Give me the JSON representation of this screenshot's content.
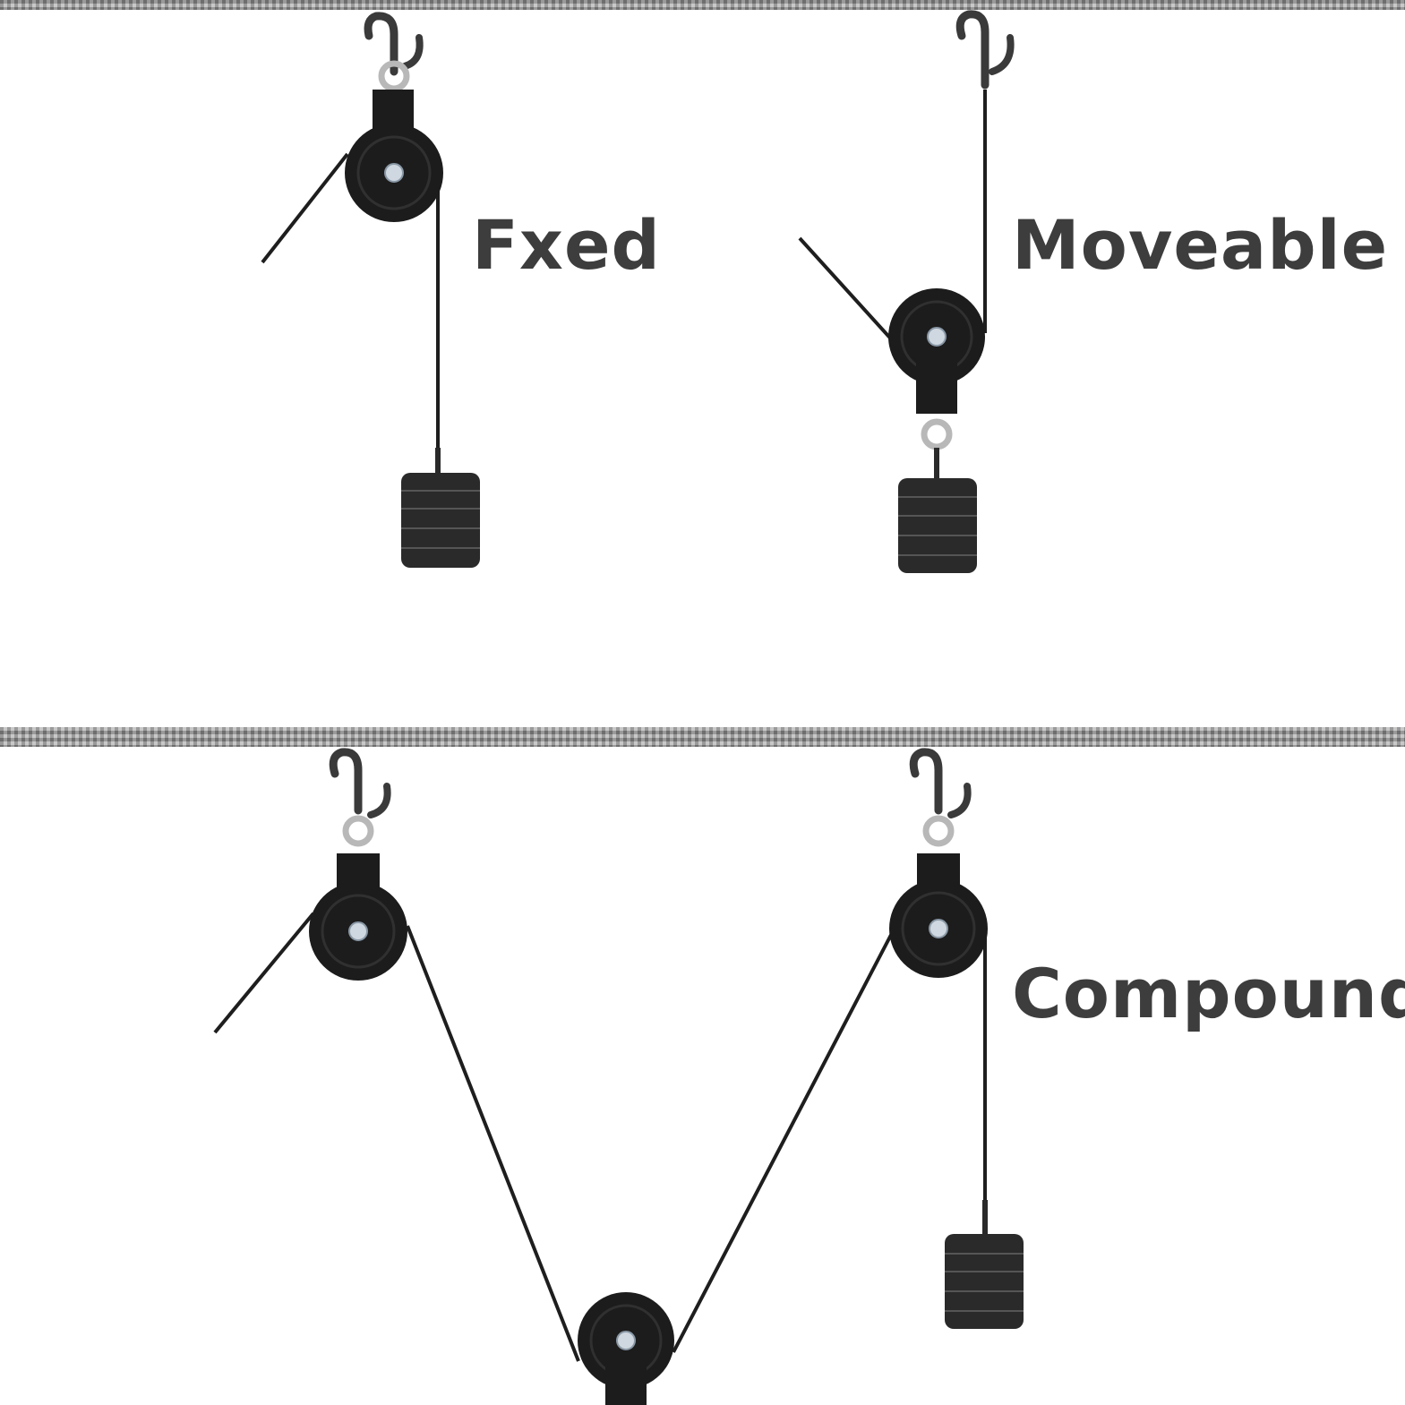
{
  "labels": {
    "fixed": "Fxed",
    "moveable": "Moveable",
    "compound": "Compound"
  },
  "colors": {
    "ceiling": "#8a8a8a",
    "pulley": "#1c1c1c",
    "rope": "#222222",
    "hook": "#5a5a5a",
    "weight": "#2a2a2a",
    "text": "#3d3d3d"
  }
}
